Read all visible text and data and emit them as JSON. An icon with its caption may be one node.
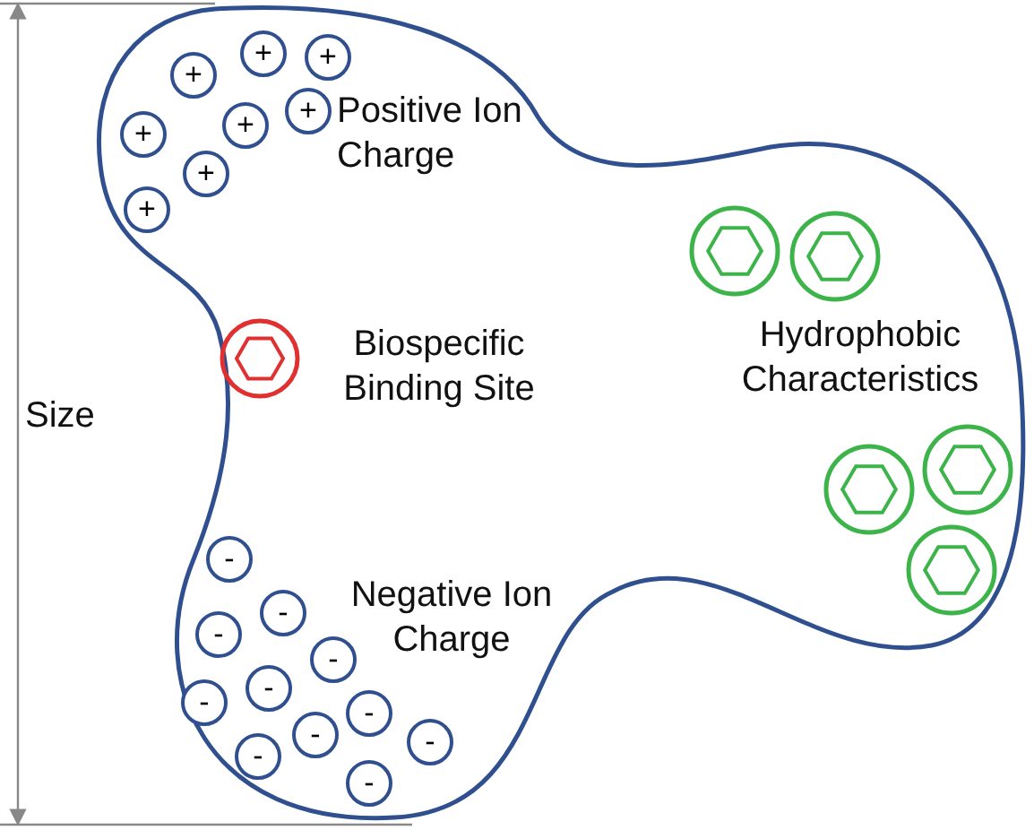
{
  "diagram": {
    "nodes": [
      {
        "text": [
          "+"
        ]
      },
      {
        "text": [
          "+"
        ]
      },
      {
        "text": [
          "+"
        ]
      },
      {
        "text": [
          "+"
        ]
      },
      {
        "text": [
          "+"
        ]
      },
      {
        "text": [
          "+"
        ]
      },
      {
        "text": [
          "+"
        ]
      },
      {
        "text": [
          "+"
        ]
      },
      {
        "text": [
          "-"
        ]
      },
      {
        "text": [
          "-"
        ]
      },
      {
        "text": [
          "-"
        ]
      },
      {
        "text": [
          "-"
        ]
      },
      {
        "text": [
          "-"
        ]
      },
      {
        "text": [
          "-"
        ]
      },
      {
        "text": [
          "-"
        ]
      },
      {
        "text": [
          "-"
        ]
      },
      {
        "text": [
          "-"
        ]
      },
      {
        "text": [
          "-"
        ]
      },
      {
        "text": [
          "-"
        ]
      }
    ],
    "labels": [
      "Positive Ion Charge",
      "Biospecific Binding Site",
      "Size",
      "Hydrophobic Characteristics",
      "Negative Ion Charge"
    ]
  }
}
